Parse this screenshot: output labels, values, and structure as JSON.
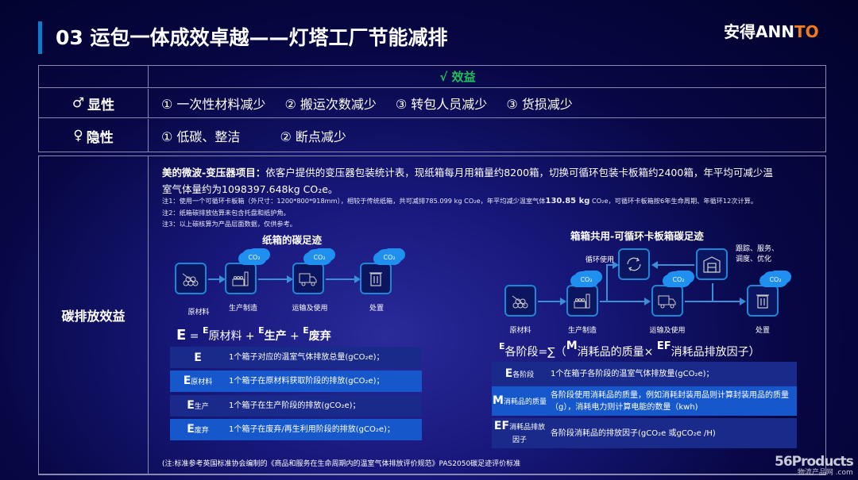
{
  "header": {
    "title": "03 运包一体成效卓越——灯塔工厂节能减排",
    "logo_main": "安得ANN",
    "logo_accent": "TO",
    "accent_color": "#0a7ccb",
    "logo_accent_color": "#f07a1e"
  },
  "benefits_table": {
    "header": "√  效益",
    "rows": [
      {
        "symbol": "♂",
        "label": "显性",
        "items": [
          "① 一次性材料减少",
          "② 搬运次数减少",
          "③ 转包人员减少",
          "③ 货损减少"
        ]
      },
      {
        "symbol": "♀",
        "label": "隐性",
        "items": [
          "① 低碳、整洁",
          "② 断点减少"
        ]
      }
    ]
  },
  "carbon": {
    "label": "碳排放效益",
    "desc_bold": "美的微波-变压器项目：",
    "desc_text": "依客户提供的变压器包装统计表，现纸箱每月用箱量约8200箱，切换可循环包装卡板箱约2400箱，年平均可减少温室气体量约为1098397.648kg CO₂e。",
    "notes": [
      {
        "pre": "注1：使用一个可循环卡板箱（外尺寸：1200*800*918mm），相较于传统纸箱，共可减排785.099 kg CO₂e，年平均减少温室气体",
        "bold": "130.85 kg",
        "post": " CO₂e，可循环卡板箱按6年生命周期、年循环12次计算。"
      },
      {
        "pre": "注2：纸箱碳排放估算未包含托盘和纸护角。"
      },
      {
        "pre": "注3：以上碳核算为产品层面数据，仅供参考。"
      }
    ],
    "left_diagram": {
      "title": "纸箱的碳足迹",
      "nodes": [
        "原材料",
        "生产制造",
        "运输及使用",
        "处置"
      ],
      "cloud": "CO₂"
    },
    "right_diagram": {
      "title": "箱箱共用-可循环卡板箱碳足迹",
      "nodes": [
        "原材料",
        "生产制造",
        "运输及使用",
        "处置"
      ],
      "loop_label": "循环使用",
      "service_label_1": "跟踪、服务、",
      "service_label_2": "调度、优化",
      "cloud": "CO₂"
    },
    "left_formula": {
      "E": "E",
      "eq": " = ",
      "t1": "原材料",
      "t2": "生产",
      "t3": "废弃",
      "plus": " + "
    },
    "left_defs": [
      {
        "sym": "E",
        "sub": "",
        "text": "1个箱子对应的温室气体排放总量(gCO₂e)；"
      },
      {
        "sym": "E",
        "sub": "原材料",
        "text": "1个箱子在原材料获取阶段的排放(gCO₂e)；"
      },
      {
        "sym": "E",
        "sub": "生产",
        "text": "1个箱子在生产阶段的排放(gCO₂e)；"
      },
      {
        "sym": "E",
        "sub": "废弃",
        "text": "1个箱子在废弃/再生利用阶段的排放(gCO₂e)；"
      }
    ],
    "right_formula": {
      "E": "E",
      "e_sub": "各阶段=∑（",
      "M": "M",
      "m_sub": "消耗品的质量× ",
      "EF": "EF",
      "ef_sub": "消耗品排放因子）"
    },
    "right_defs": [
      {
        "sym": "E",
        "sub": "各阶段",
        "text": "1个在箱子各阶段的温室气体排放量(gCO₂e)；"
      },
      {
        "sym": "M",
        "sub": "消耗品的质量",
        "text": "各阶段使用消耗品的质量，例如消耗封装用品则计算封装用品的质量（g），消耗电力则计算电能的数量（kwh)"
      },
      {
        "sym": "EF",
        "sub": "消耗品排放因子",
        "text": "各阶段消耗品的排放因子(gCO₂e 或gCO₂e /H)"
      }
    ],
    "footnote": "(注:标准参考英国标准协会编制的《商品和服务在生命周期内的温室气体排放评价规范》PAS2050碳足迹评价标准"
  },
  "watermark": {
    "main": "56Products",
    "sub": "物流产品网 .com"
  }
}
